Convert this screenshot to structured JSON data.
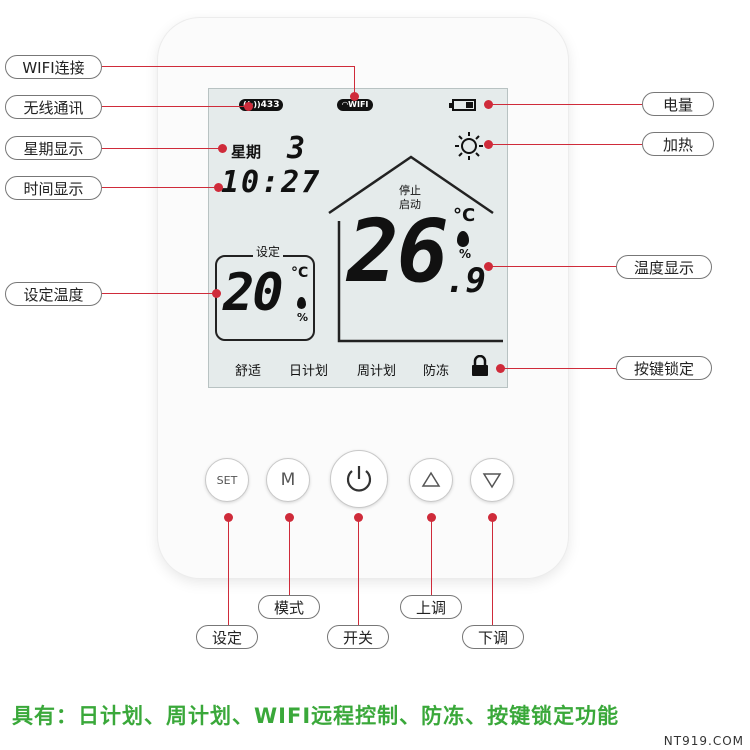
{
  "callouts": {
    "wifi": "WIFI连接",
    "wireless": "无线通讯",
    "weekday": "星期显示",
    "time": "时间显示",
    "set_temp": "设定温度",
    "battery": "电量",
    "heating": "加热",
    "temp_display": "温度显示",
    "key_lock": "按键锁定",
    "mode": "模式",
    "up": "上调",
    "set": "设定",
    "power": "开关",
    "down": "下调"
  },
  "lcd": {
    "rf_badge": "433",
    "wifi_badge": "WIFI",
    "weekday_label": "星期",
    "weekday_value": "3",
    "time": "10:27",
    "stop_label": "停止",
    "start_label": "启动",
    "set_label": "设定",
    "set_temp": "20",
    "unit": "°C",
    "humidity": "%",
    "room_temp_int": "26",
    "room_temp_dec": ".9",
    "modes": [
      "舒适",
      "日计划",
      "周计划",
      "防冻"
    ]
  },
  "buttons": {
    "set": "SET",
    "mode": "M"
  },
  "footer": "具有：日计划、周计划、WIFI远程控制、防冻、按键锁定功能",
  "watermark": "NT919.COM",
  "colors": {
    "callout_line": "#cf2b3a",
    "footer_text": "#3aa83a",
    "lcd_bg": "#e5ebeb"
  }
}
